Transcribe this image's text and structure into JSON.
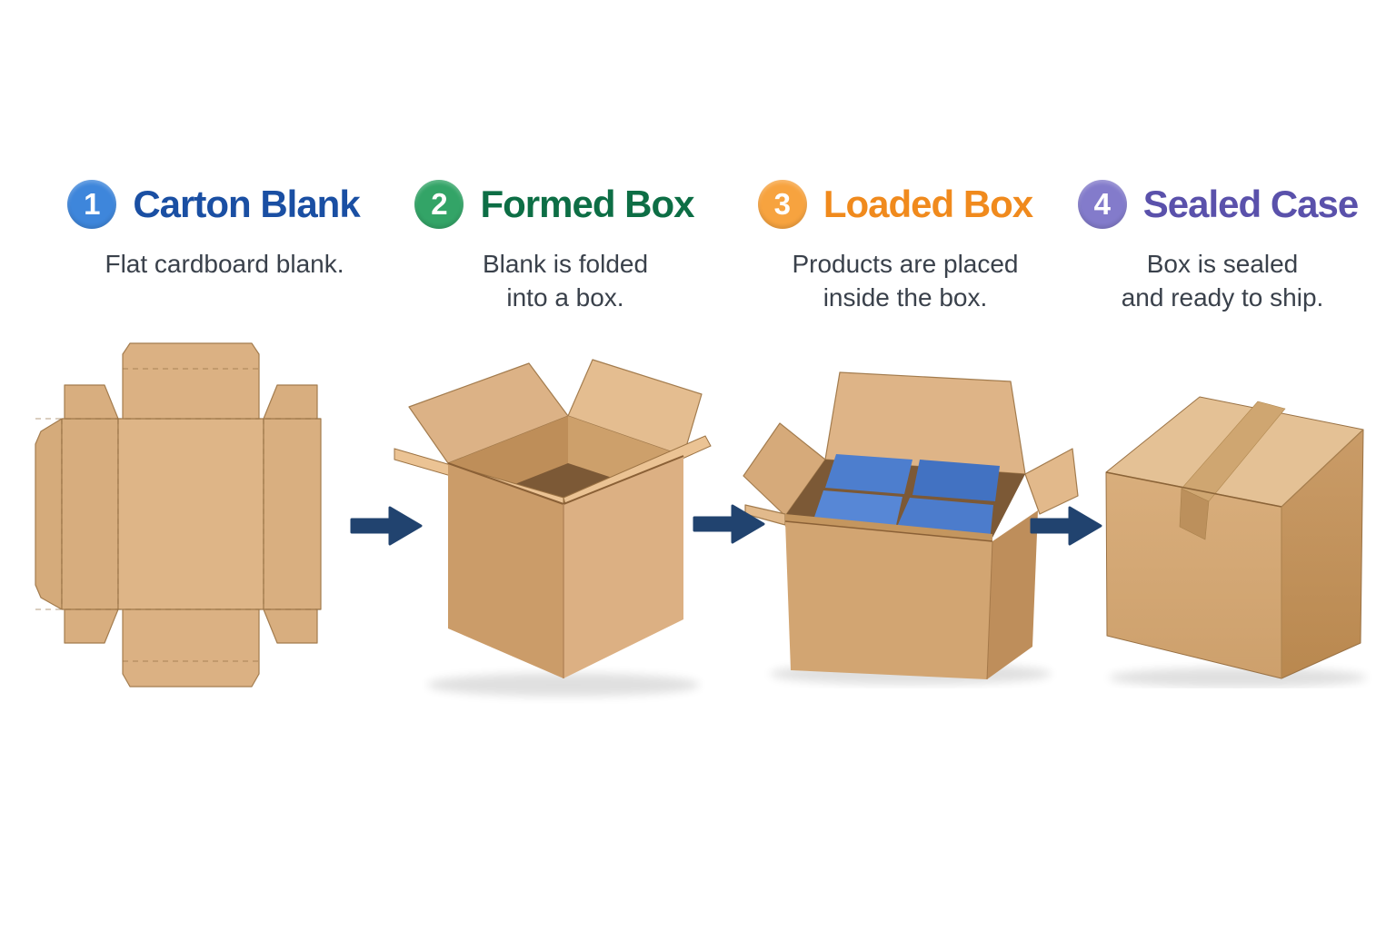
{
  "page": {
    "background": "#FFFFFF"
  },
  "arrow": {
    "color": "#21436F",
    "direction": "right"
  },
  "palette": {
    "kraft_light": "#DDB486",
    "kraft_mid": "#D2A471",
    "kraft_dark": "#C1925F",
    "inside_shadow": "#7C5936",
    "product_blue_top": "#5585D4",
    "product_blue_front": "#2F57A4",
    "description_text": "#3A414B"
  },
  "steps": [
    {
      "number": "1",
      "title": "Carton Blank",
      "badge_color": "#3E86DB",
      "title_color": "#1A4FA3",
      "description_lines": [
        "Flat cardboard blank."
      ],
      "illustration": "carton-blank"
    },
    {
      "number": "2",
      "title": "Formed Box",
      "badge_color": "#33A467",
      "title_color": "#0D6E45",
      "description_lines": [
        "Blank is folded",
        "into a box."
      ],
      "illustration": "formed-box"
    },
    {
      "number": "3",
      "title": "Loaded Box",
      "badge_color": "#F7A33F",
      "title_color": "#F08A1D",
      "description_lines": [
        "Products are placed",
        "inside the box."
      ],
      "illustration": "loaded-box"
    },
    {
      "number": "4",
      "title": "Sealed Case",
      "badge_color": "#837BCB",
      "title_color": "#5A51AB",
      "description_lines": [
        "Box is sealed",
        "and ready to ship."
      ],
      "illustration": "sealed-case"
    }
  ]
}
